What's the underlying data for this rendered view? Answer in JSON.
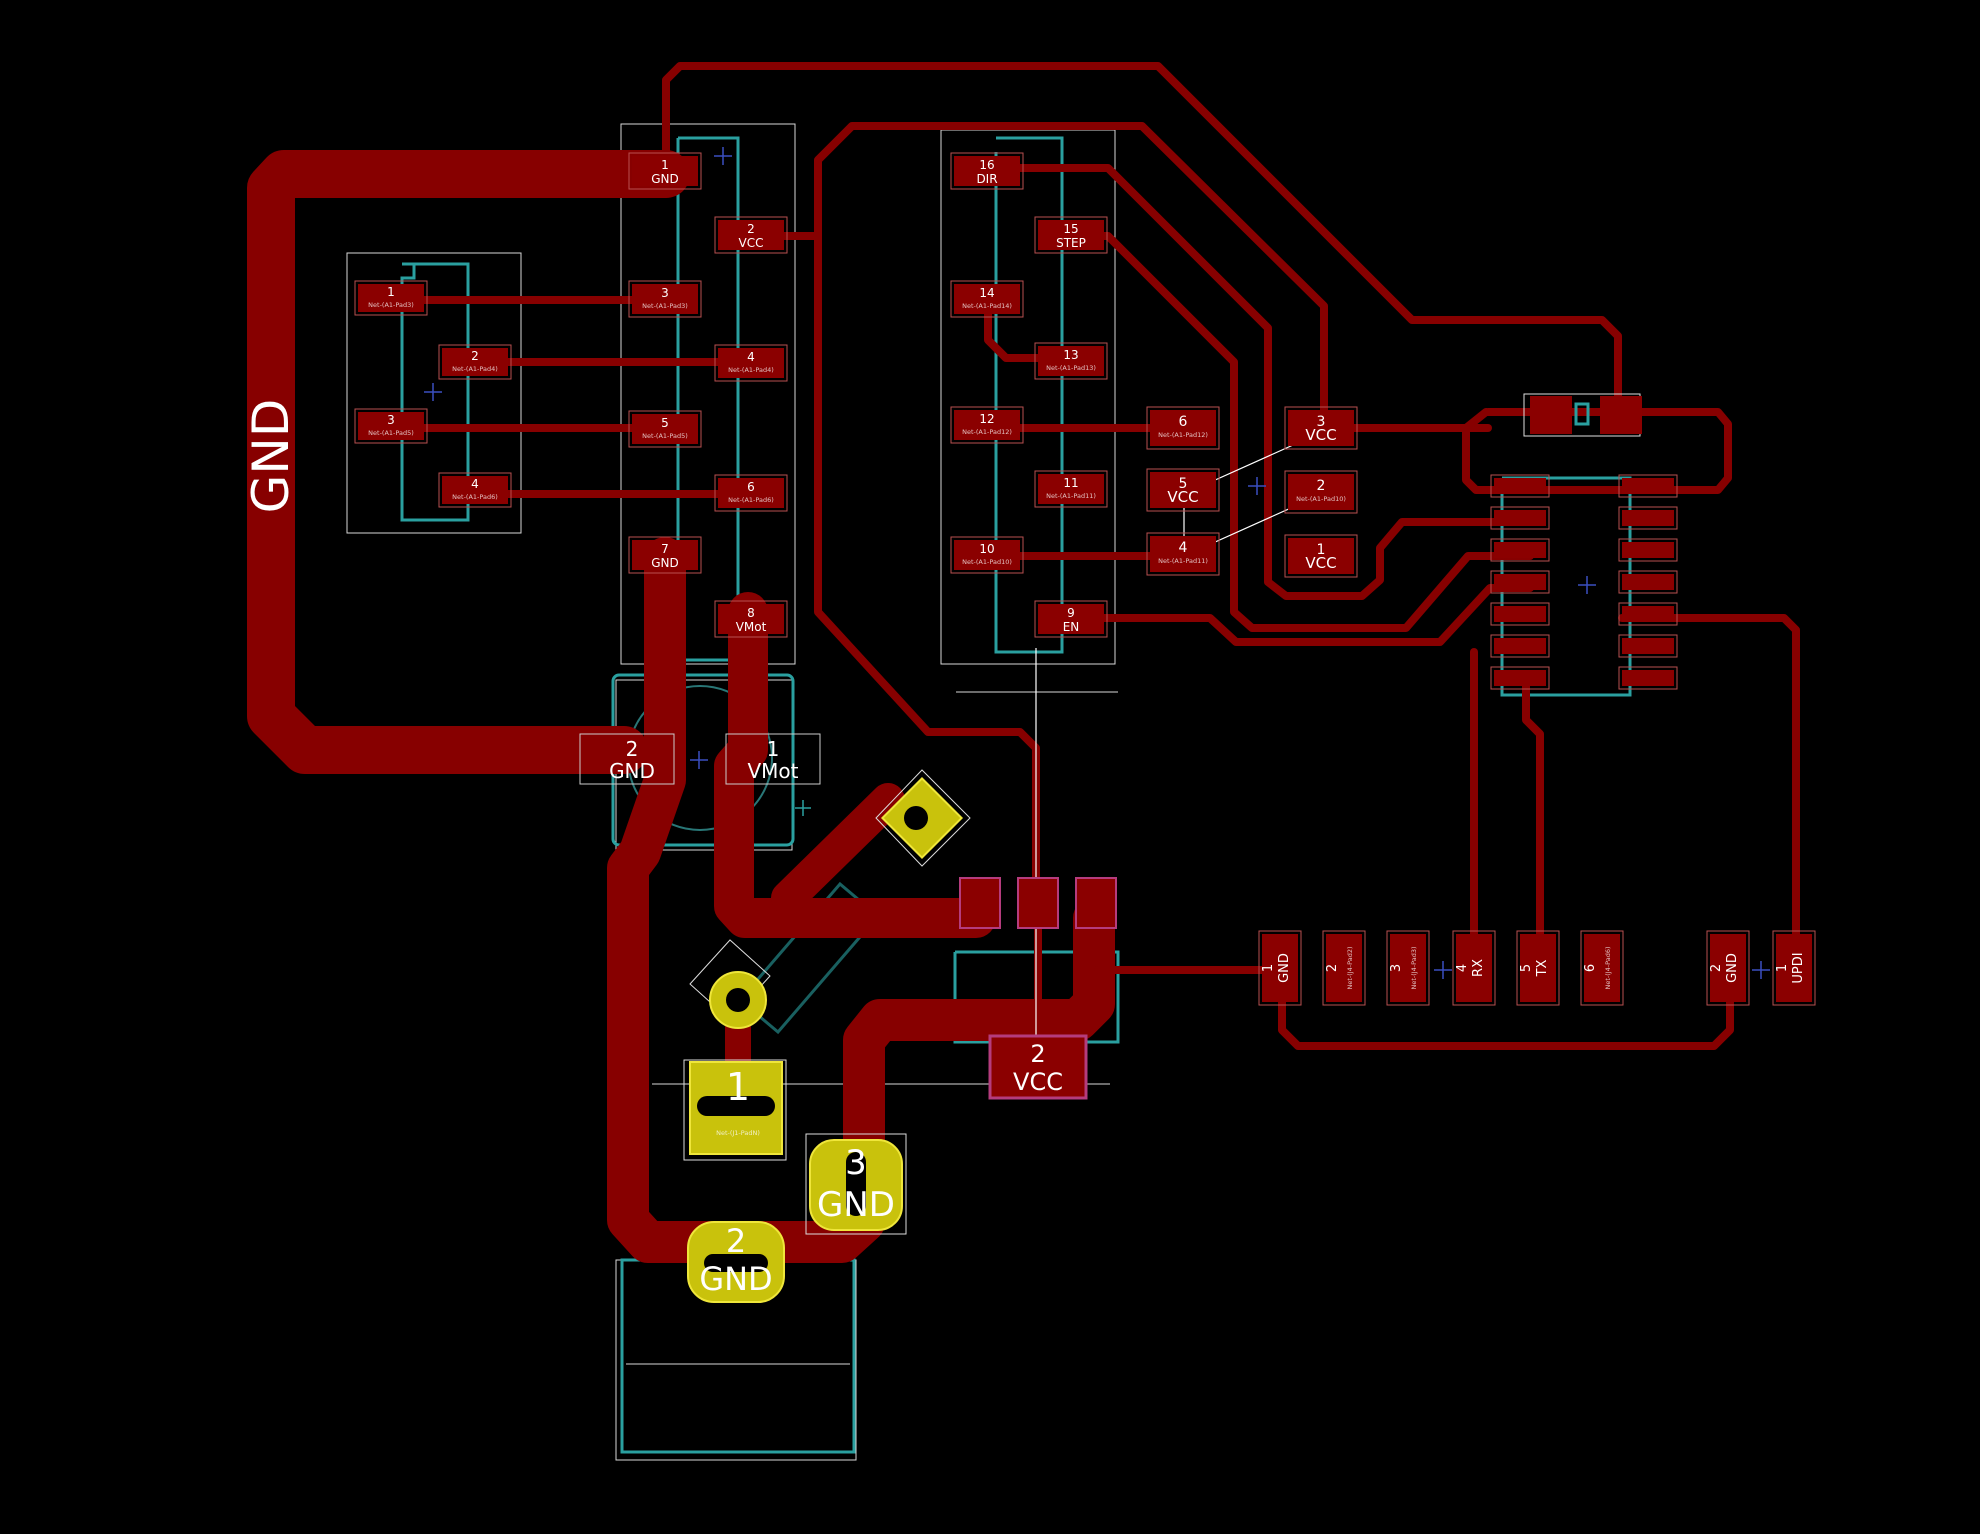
{
  "canvas_label": "GND",
  "colors": {
    "background": "#000000",
    "copper": "#870000",
    "pad": "#8b0000",
    "through_hole": "#c9c20c",
    "fab": "#2aa0a0",
    "silk": "#d8d8d8"
  },
  "driver": {
    "left_pads": [
      {
        "num": "1",
        "net": "GND"
      },
      {
        "num": "3",
        "net": "Net-(A1-Pad3)"
      },
      {
        "num": "5",
        "net": "Net-(A1-Pad5)"
      },
      {
        "num": "7",
        "net": "GND"
      }
    ],
    "right_pads": [
      {
        "num": "2",
        "net": "VCC"
      },
      {
        "num": "4",
        "net": "Net-(A1-Pad4)"
      },
      {
        "num": "6",
        "net": "Net-(A1-Pad6)"
      },
      {
        "num": "8",
        "net": "VMot"
      }
    ]
  },
  "motor_header": [
    {
      "num": "1",
      "net": "Net-(A1-Pad3)"
    },
    {
      "num": "2",
      "net": "Net-(A1-Pad4)"
    },
    {
      "num": "3",
      "net": "Net-(A1-Pad5)"
    },
    {
      "num": "4",
      "net": "Net-(A1-Pad6)"
    }
  ],
  "mcu_socket": {
    "left_pads": [
      {
        "num": "16",
        "net": "DIR"
      },
      {
        "num": "14",
        "net": "Net-(A1-Pad14)"
      },
      {
        "num": "12",
        "net": "Net-(A1-Pad12)"
      },
      {
        "num": "10",
        "net": "Net-(A1-Pad10)"
      }
    ],
    "right_pads": [
      {
        "num": "15",
        "net": "STEP"
      },
      {
        "num": "13",
        "net": "Net-(A1-Pad13)"
      },
      {
        "num": "11",
        "net": "Net-(A1-Pad11)"
      },
      {
        "num": "9",
        "net": "EN"
      }
    ]
  },
  "jumper_header": [
    {
      "num": "6",
      "net": "Net-(A1-Pad12)"
    },
    {
      "num": "5",
      "net": "VCC"
    },
    {
      "num": "4",
      "net": "Net-(A1-Pad11)"
    }
  ],
  "vcc_header": [
    {
      "num": "3",
      "net": "VCC"
    },
    {
      "num": "2",
      "net": "Net-(A1-Pad10)"
    },
    {
      "num": "1",
      "net": "VCC"
    }
  ],
  "power_connector": [
    {
      "num": "2",
      "net": "GND"
    },
    {
      "num": "1",
      "net": "VMot"
    }
  ],
  "regulator": {
    "num": "2",
    "net": "VCC"
  },
  "barrel_jack": {
    "pad1": {
      "num": "1",
      "net": "Net-(J1-PadN)"
    },
    "pad2": {
      "num": "2",
      "net": "GND"
    },
    "pad3": {
      "num": "3",
      "net": "GND"
    }
  },
  "serial_header": [
    {
      "num": "1",
      "net": "GND"
    },
    {
      "num": "2",
      "net": "Net-(J4-Pad2)"
    },
    {
      "num": "3",
      "net": "Net-(J4-Pad3)"
    },
    {
      "num": "4",
      "net": "RX"
    },
    {
      "num": "5",
      "net": "TX"
    },
    {
      "num": "6",
      "net": "Net-(J4-Pad6)"
    }
  ],
  "updi_header": [
    {
      "num": "2",
      "net": "GND"
    },
    {
      "num": "1",
      "net": "UPDI"
    }
  ]
}
